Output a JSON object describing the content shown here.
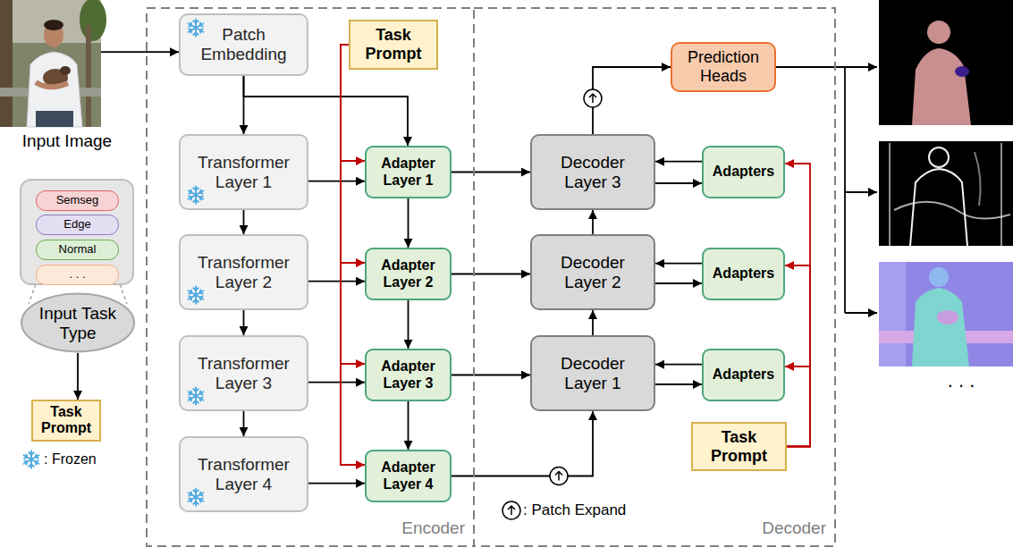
{
  "diagram": {
    "nodes": [
      {
        "text": [
          "Input Image"
        ]
      },
      {
        "text": [
          "Input Task Type"
        ]
      },
      {
        "text": [
          "Semseg"
        ],
        "in": 1
      },
      {
        "text": [
          "Edge"
        ],
        "in": 1
      },
      {
        "text": [
          "Normal"
        ],
        "in": 1
      },
      {
        "text": [
          ". . ."
        ],
        "in": 1
      },
      {
        "text": [
          "Task Prompt"
        ]
      },
      {
        "text": [
          "Encoder"
        ]
      },
      {
        "text": [
          "Patch Embedding"
        ],
        "in": 7
      },
      {
        "text": [
          "Task Prompt"
        ],
        "in": 7
      },
      {
        "text": [
          "Transformer Layer 1"
        ],
        "in": 7
      },
      {
        "text": [
          "Transformer Layer 2"
        ],
        "in": 7
      },
      {
        "text": [
          "Transformer Layer 3"
        ],
        "in": 7
      },
      {
        "text": [
          "Transformer Layer 4"
        ],
        "in": 7
      },
      {
        "text": [
          "Adapter Layer 1"
        ],
        "in": 7
      },
      {
        "text": [
          "Adapter Layer 2"
        ],
        "in": 7
      },
      {
        "text": [
          "Adapter Layer 3"
        ],
        "in": 7
      },
      {
        "text": [
          "Adapter Layer 4"
        ],
        "in": 7
      },
      {
        "text": [
          "Decoder"
        ]
      },
      {
        "text": [
          "Prediction Heads"
        ],
        "in": 18
      },
      {
        "text": [
          "Decoder Layer 3"
        ],
        "in": 18
      },
      {
        "text": [
          "Adapters"
        ],
        "in": 18
      },
      {
        "text": [
          "Decoder Layer 2"
        ],
        "in": 18
      },
      {
        "text": [
          "Adapters"
        ],
        "in": 18
      },
      {
        "text": [
          "Decoder Layer 1"
        ],
        "in": 18
      },
      {
        "text": [
          "Adapters"
        ],
        "in": 18
      },
      {
        "text": [
          "Task Prompt"
        ],
        "in": 18
      }
    ],
    "edges": [
      {
        "from": 0,
        "to": 8,
        "arrow": "to"
      },
      {
        "from": 1,
        "to": 6,
        "arrow": "to"
      },
      {
        "from": 8,
        "to": 10,
        "arrow": "to"
      },
      {
        "from": 8,
        "to": 14,
        "arrow": "to"
      },
      {
        "from": 10,
        "to": 11,
        "arrow": "to"
      },
      {
        "from": 11,
        "to": 12,
        "arrow": "to"
      },
      {
        "from": 12,
        "to": 13,
        "arrow": "to"
      },
      {
        "from": 10,
        "to": 14,
        "arrow": "to"
      },
      {
        "from": 11,
        "to": 15,
        "arrow": "to"
      },
      {
        "from": 12,
        "to": 16,
        "arrow": "to"
      },
      {
        "from": 13,
        "to": 17,
        "arrow": "to"
      },
      {
        "from": 9,
        "to": 14,
        "arrow": "to"
      },
      {
        "from": 9,
        "to": 15,
        "arrow": "to"
      },
      {
        "from": 9,
        "to": 16,
        "arrow": "to"
      },
      {
        "from": 9,
        "to": 17,
        "arrow": "to"
      },
      {
        "from": 14,
        "to": 15,
        "arrow": "to"
      },
      {
        "from": 15,
        "to": 16,
        "arrow": "to"
      },
      {
        "from": 16,
        "to": 17,
        "arrow": "to"
      },
      {
        "from": 14,
        "to": 20,
        "arrow": "to"
      },
      {
        "from": 15,
        "to": 22,
        "arrow": "to"
      },
      {
        "from": 16,
        "to": 24,
        "arrow": "to"
      },
      {
        "from": 17,
        "to": 24,
        "arrow": "to"
      },
      {
        "from": 24,
        "to": 22,
        "arrow": "to"
      },
      {
        "from": 22,
        "to": 20,
        "arrow": "to"
      },
      {
        "from": 20,
        "to": 19,
        "arrow": "to"
      },
      {
        "from": 21,
        "to": 20,
        "arrow": "to"
      },
      {
        "from": 20,
        "to": 21,
        "arrow": "to"
      },
      {
        "from": 23,
        "to": 22,
        "arrow": "to"
      },
      {
        "from": 22,
        "to": 23,
        "arrow": "to"
      },
      {
        "from": 25,
        "to": 24,
        "arrow": "to"
      },
      {
        "from": 24,
        "to": 25,
        "arrow": "to"
      },
      {
        "from": 26,
        "to": 21,
        "arrow": "to"
      },
      {
        "from": 26,
        "to": 23,
        "arrow": "to"
      },
      {
        "from": 26,
        "to": 25,
        "arrow": "to"
      }
    ],
    "labels": [
      ". . ."
    ],
    "legend": [
      {
        "text": ": Frozen"
      },
      {
        "text": ": Patch Expand"
      }
    ]
  }
}
